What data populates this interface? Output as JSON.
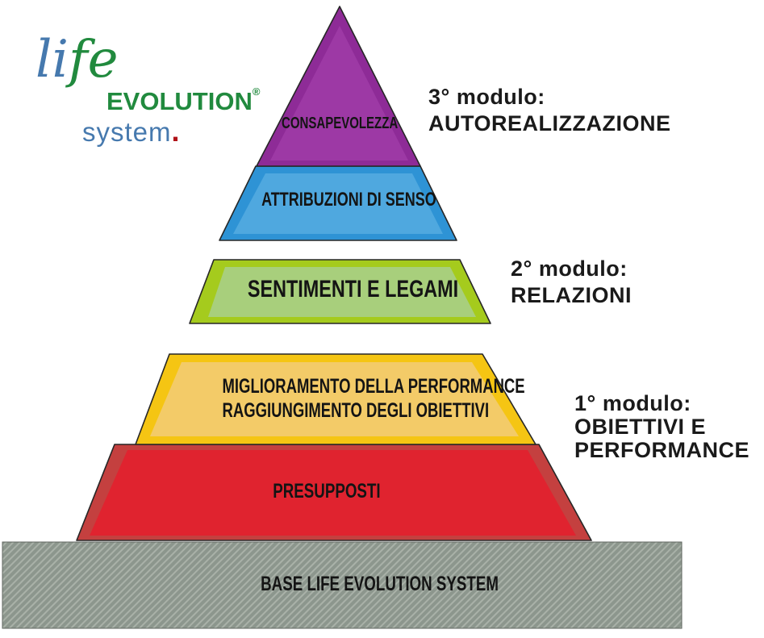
{
  "logo": {
    "life_li": "li",
    "life_fe": "fe",
    "evolution": "EVOLUTION",
    "registered": "®",
    "system": "system",
    "system_dot": ".",
    "colors": {
      "blue": "#4679AE",
      "green": "#218A3E",
      "red": "#B01218"
    }
  },
  "pyramid": {
    "levels": [
      {
        "label": "CONSAPEVOLEZZA",
        "outer": "#8E2B97",
        "inner": "#9D39A5"
      },
      {
        "label": "ATTRIBUZIONI DI SENSO",
        "outer": "#2E93D5",
        "inner": "#4FA8DF"
      },
      {
        "label": "SENTIMENTI E LEGAMI",
        "outer": "#A5CB1D",
        "inner": "#A8CF7C"
      },
      {
        "label_line1": "MIGLIORAMENTO DELLA PERFORMANCE",
        "label_line2": "RAGGIUNGIMENTO DEGLI OBIETTIVI",
        "outer": "#F5C513",
        "inner": "#F3CB68"
      },
      {
        "label": "PRESUPPOSTI",
        "outer": "#C4403F",
        "inner": "#E0232F"
      }
    ],
    "base": {
      "label": "BASE LIFE EVOLUTION SYSTEM",
      "fill": "#8C968D",
      "hatch": "#A9B1A8"
    }
  },
  "modules": [
    {
      "title": "3° modulo:",
      "lines": [
        "AUTOREALIZZAZIONE"
      ]
    },
    {
      "title": "2° modulo:",
      "lines": [
        "RELAZIONI"
      ]
    },
    {
      "title": "1° modulo:",
      "lines": [
        "OBIETTIVI E",
        "PERFORMANCE"
      ]
    }
  ],
  "text_color": "#1A1A1A"
}
